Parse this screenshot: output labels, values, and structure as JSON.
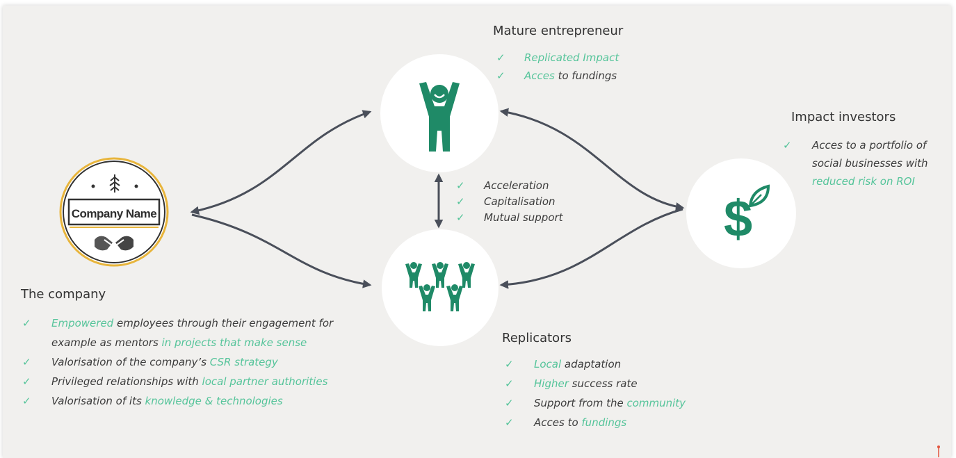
{
  "colors": {
    "accent": "#55c49a",
    "icon_green": "#1f8a67",
    "arrow": "#4a4f5a",
    "ring": "#e8b53c"
  },
  "company_logo": {
    "name": "Company Name"
  },
  "mature": {
    "title": "Mature entrepreneur",
    "items": [
      {
        "check": "✓",
        "parts": [
          {
            "text": "Replicated Impact",
            "hl": true
          }
        ]
      },
      {
        "check": "✓",
        "parts": [
          {
            "text": "Acces",
            "hl": true
          },
          {
            "text": " to fundings",
            "hl": false
          }
        ]
      }
    ]
  },
  "investors": {
    "title": "Impact investors",
    "check": "✓",
    "lines": [
      [
        {
          "text": "Acces to a portfolio of",
          "hl": false
        }
      ],
      [
        {
          "text": "social businesses with",
          "hl": false
        }
      ],
      [
        {
          "text": "reduced risk on ROI",
          "hl": true
        }
      ]
    ]
  },
  "mutual": {
    "items": [
      {
        "check": "✓",
        "parts": [
          {
            "text": "Acceleration",
            "hl": false
          }
        ]
      },
      {
        "check": "✓",
        "parts": [
          {
            "text": "Capitalisation",
            "hl": false
          }
        ]
      },
      {
        "check": "✓",
        "parts": [
          {
            "text": "Mutual support",
            "hl": false
          }
        ]
      }
    ]
  },
  "company": {
    "title": "The company",
    "items": [
      {
        "check": "✓",
        "lines": [
          [
            {
              "text": "Empowered",
              "hl": true
            },
            {
              "text": " employees through their engagement for",
              "hl": false
            }
          ],
          [
            {
              "text": "example as mentors ",
              "hl": false
            },
            {
              "text": "in projects that make sense",
              "hl": true
            }
          ]
        ]
      },
      {
        "check": "✓",
        "lines": [
          [
            {
              "text": "Valorisation of the company’s ",
              "hl": false
            },
            {
              "text": "CSR strategy",
              "hl": true
            }
          ]
        ]
      },
      {
        "check": "✓",
        "lines": [
          [
            {
              "text": "Privileged relationships with ",
              "hl": false
            },
            {
              "text": "local partner authorities",
              "hl": true
            }
          ]
        ]
      },
      {
        "check": "✓",
        "lines": [
          [
            {
              "text": "Valorisation of its ",
              "hl": false
            },
            {
              "text": "knowledge & technologies",
              "hl": true
            }
          ]
        ]
      }
    ]
  },
  "replicators": {
    "title": "Replicators",
    "items": [
      {
        "check": "✓",
        "parts": [
          {
            "text": "Local",
            "hl": true
          },
          {
            "text": " adaptation",
            "hl": false
          }
        ]
      },
      {
        "check": "✓",
        "parts": [
          {
            "text": "Higher",
            "hl": true
          },
          {
            "text": " success rate",
            "hl": false
          }
        ]
      },
      {
        "check": "✓",
        "parts": [
          {
            "text": "Support from the ",
            "hl": false
          },
          {
            "text": "community",
            "hl": true
          }
        ]
      },
      {
        "check": "✓",
        "parts": [
          {
            "text": "Acces to ",
            "hl": false
          },
          {
            "text": "fundings",
            "hl": true
          }
        ]
      }
    ]
  }
}
